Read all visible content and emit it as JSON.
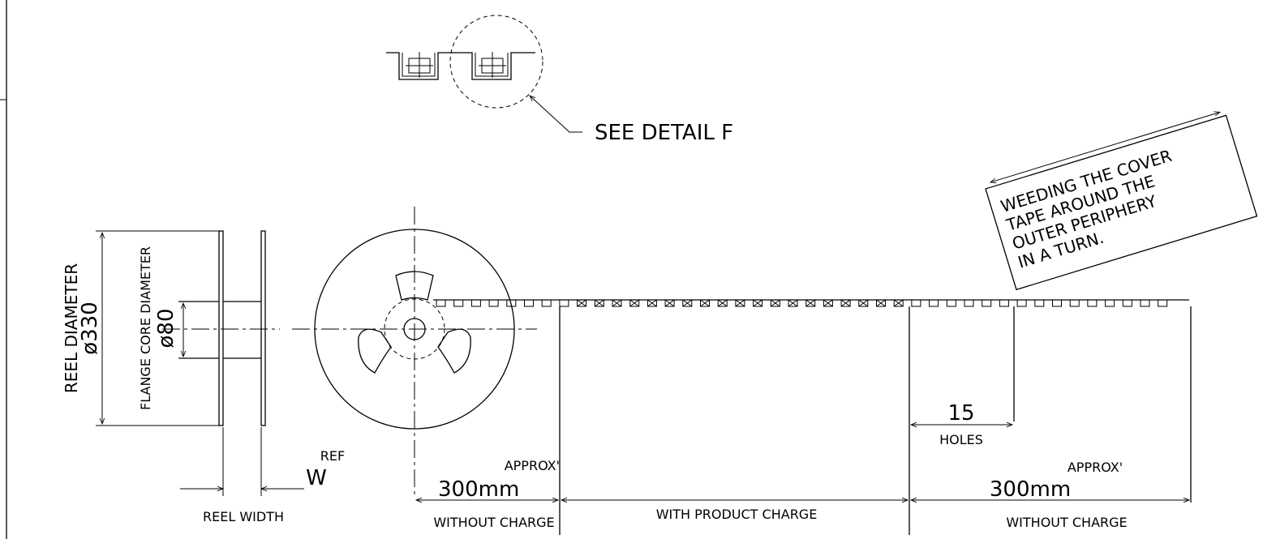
{
  "detail_callout": {
    "label": "SEE DETAIL F"
  },
  "reel": {
    "diameter_label": "REEL DIAMETER",
    "diameter_value": "ø330",
    "core_label": "FLANGE CORE DIAMETER",
    "core_value": "ø80",
    "width_ref": "REF",
    "width_symbol": "W",
    "width_label": "REEL WIDTH"
  },
  "tape": {
    "note_lines": [
      "WEEDING THE COVER",
      "TAPE AROUND THE",
      "OUTER PERIPHERY",
      "IN A TURN."
    ],
    "holes_count": "15",
    "holes_label": "HOLES",
    "leader_approx": "APPROX'",
    "leader_length": "300mm",
    "leader_label": "WITHOUT CHARGE",
    "product_label": "WITH PRODUCT CHARGE",
    "trailer_approx": "APPROX'",
    "trailer_length": "300mm",
    "trailer_label": "WITHOUT CHARGE"
  }
}
